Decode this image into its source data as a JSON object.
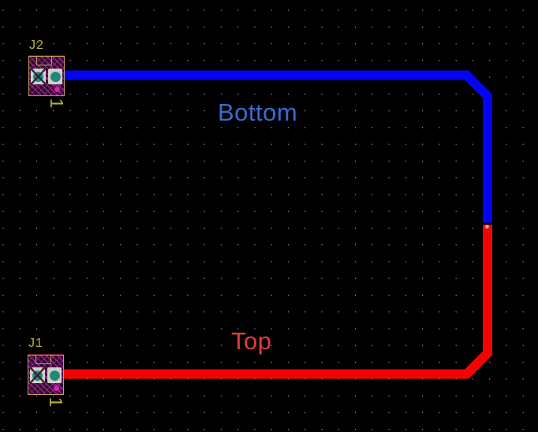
{
  "canvas": {
    "background": "#000000",
    "grid_dot_color": "#bfbfbf"
  },
  "net_labels": [
    {
      "text": "Bottom",
      "color": "#3a6bd3"
    },
    {
      "text": "Top",
      "color": "#e23c3c"
    }
  ],
  "traces": [
    {
      "net": "Bottom",
      "color": "#0404f2"
    },
    {
      "net": "Top",
      "color": "#f20404"
    }
  ],
  "via": {
    "color": "#cfa39a"
  },
  "components": [
    {
      "refdes": "J2",
      "pin_label": "1"
    },
    {
      "refdes": "J1",
      "pin_label": "1"
    }
  ],
  "footprint_colors": {
    "outline": "#c49a62",
    "hatch": "#b92da5",
    "body": "#2e0c2c",
    "pad": "#d2cfc9",
    "hole": "#1f8a7c",
    "origin_dot": "#e318c9",
    "silkscreen": "#b4b438"
  }
}
